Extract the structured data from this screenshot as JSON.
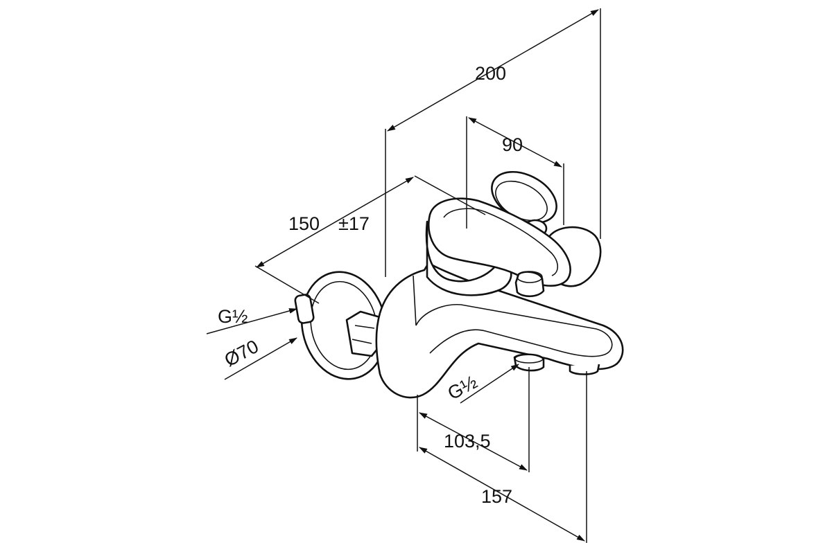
{
  "diagram": {
    "dimensions": {
      "overall_width": "200",
      "handle_offset": "90",
      "projection": "150",
      "projection_tolerance": "±17",
      "inlet_thread": "G½",
      "rosette_diameter": "Ø70",
      "outlet_thread": "G½",
      "outlet_distance": "103,5",
      "spout_length": "157"
    },
    "colors": {
      "line": "#111111",
      "background": "#ffffff"
    }
  }
}
